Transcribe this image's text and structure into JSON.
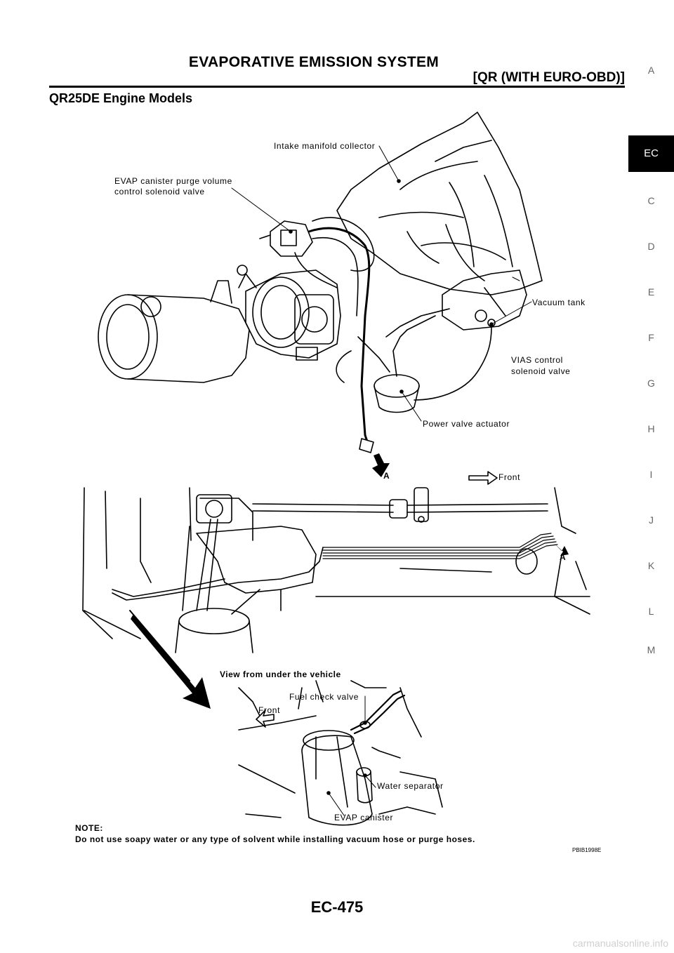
{
  "header": {
    "title": "EVAPORATIVE EMISSION SYSTEM",
    "subtitle": "[QR (WITH EURO-OBD)]"
  },
  "section_title": "QR25DE Engine Models",
  "side_index": [
    "A",
    "EC",
    "C",
    "D",
    "E",
    "F",
    "G",
    "H",
    "I",
    "J",
    "K",
    "L",
    "M"
  ],
  "side_index_active": "EC",
  "diagram_labels": {
    "intake_manifold": "Intake manifold collector",
    "evap_purge_1": "EVAP canister purge volume",
    "evap_purge_2": "control solenoid valve",
    "vacuum_tank": "Vacuum tank",
    "vias_1": "VIAS control",
    "vias_2": "solenoid valve",
    "power_valve": "Power valve actuator",
    "marker_a": "A",
    "front": "Front",
    "view_under": "View from under the vehicle",
    "fuel_check": "Fuel check valve",
    "front_2": "Front",
    "water_sep": "Water separator",
    "evap_canister": "EVAP canister"
  },
  "note": {
    "label": "NOTE:",
    "text": "Do not use soapy water or any type of solvent while installing vacuum hose or purge hoses."
  },
  "figure_code": "PBIB1998E",
  "page_number": "EC-475",
  "watermark": "carmanualsonline.info"
}
